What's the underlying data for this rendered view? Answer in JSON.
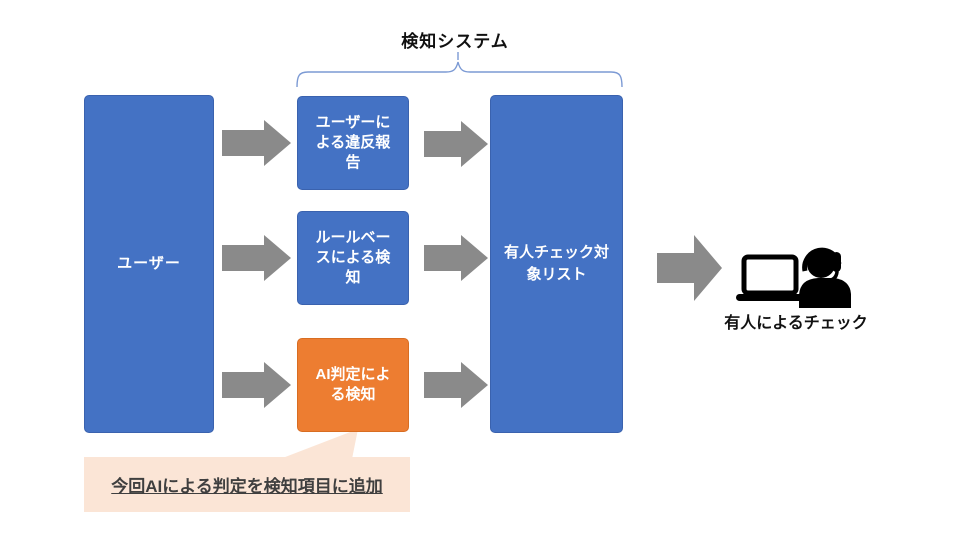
{
  "title": "検知システム",
  "nodes": {
    "user": {
      "label": "ユーザー"
    },
    "methods": [
      {
        "label": "ユーザーによる違反報告"
      },
      {
        "label": "ルールベースによる検知"
      },
      {
        "label": "AI判定による検知"
      }
    ],
    "target_list": {
      "label": "有人チェック対象リスト"
    },
    "human_check_caption": "有人によるチェック"
  },
  "callout": {
    "text": "今回AIによる判定を検知項目に追加"
  },
  "icons": {
    "laptop": "laptop-icon",
    "agent": "support-agent-icon"
  },
  "colors": {
    "box_blue": "#4472C4",
    "box_orange": "#ED7D31",
    "arrow_gray": "#8A8A8A",
    "callout_bg": "#FBE5D6",
    "brace_blue": "#7C9AD4",
    "icon_black": "#000000"
  }
}
